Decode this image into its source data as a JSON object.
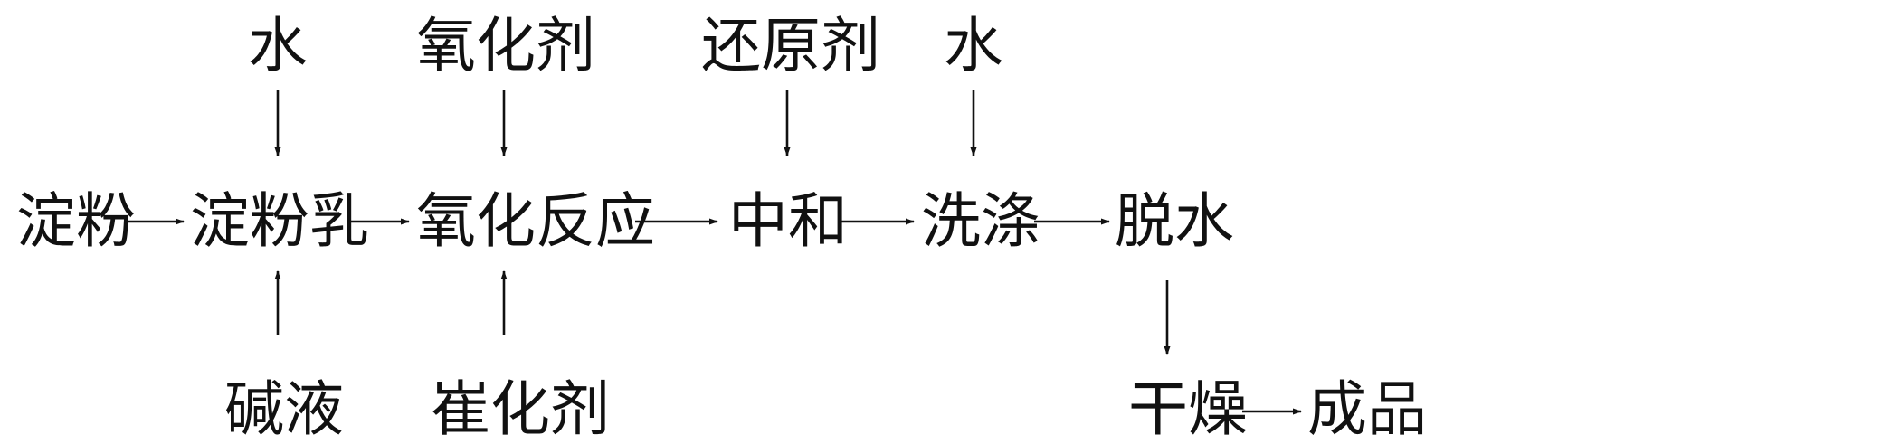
{
  "diagram": {
    "main_flow": {
      "starch": "淀粉",
      "starch_milk": "淀粉乳",
      "oxidation_reaction": "氧化反应",
      "neutralization": "中和",
      "washing": "洗涤",
      "dehydration": "脱水",
      "drying": "干燥",
      "product": "成品"
    },
    "inputs": {
      "water_1": "水",
      "oxidant": "氧化剂",
      "reducing_agent": "还原剂",
      "water_2": "水",
      "alkali": "碱液",
      "catalyst": "崔化剂"
    }
  },
  "colors": {
    "line": "#111111",
    "text": "#111111",
    "background": "#ffffff"
  }
}
